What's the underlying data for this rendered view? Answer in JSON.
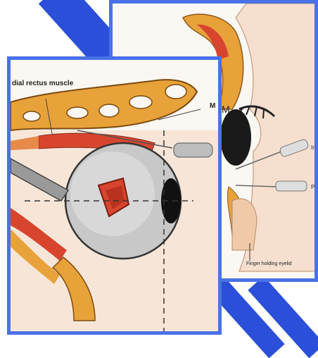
{
  "colors": {
    "accent": "#2b4fd8",
    "frame": "#4a72e8",
    "bone": "#e8a23a",
    "muscle": "#d8452f",
    "skin": "#f6dfcf"
  },
  "back_panel": {
    "labels": {
      "top_partial": "M",
      "syringe_1_partial": "In",
      "syringe_2_partial": "P",
      "finger_caption": "Finger holding eyelid"
    }
  },
  "front_panel": {
    "labels": {
      "muscle_label": "dial rectus muscle",
      "side_partial": "M"
    }
  }
}
